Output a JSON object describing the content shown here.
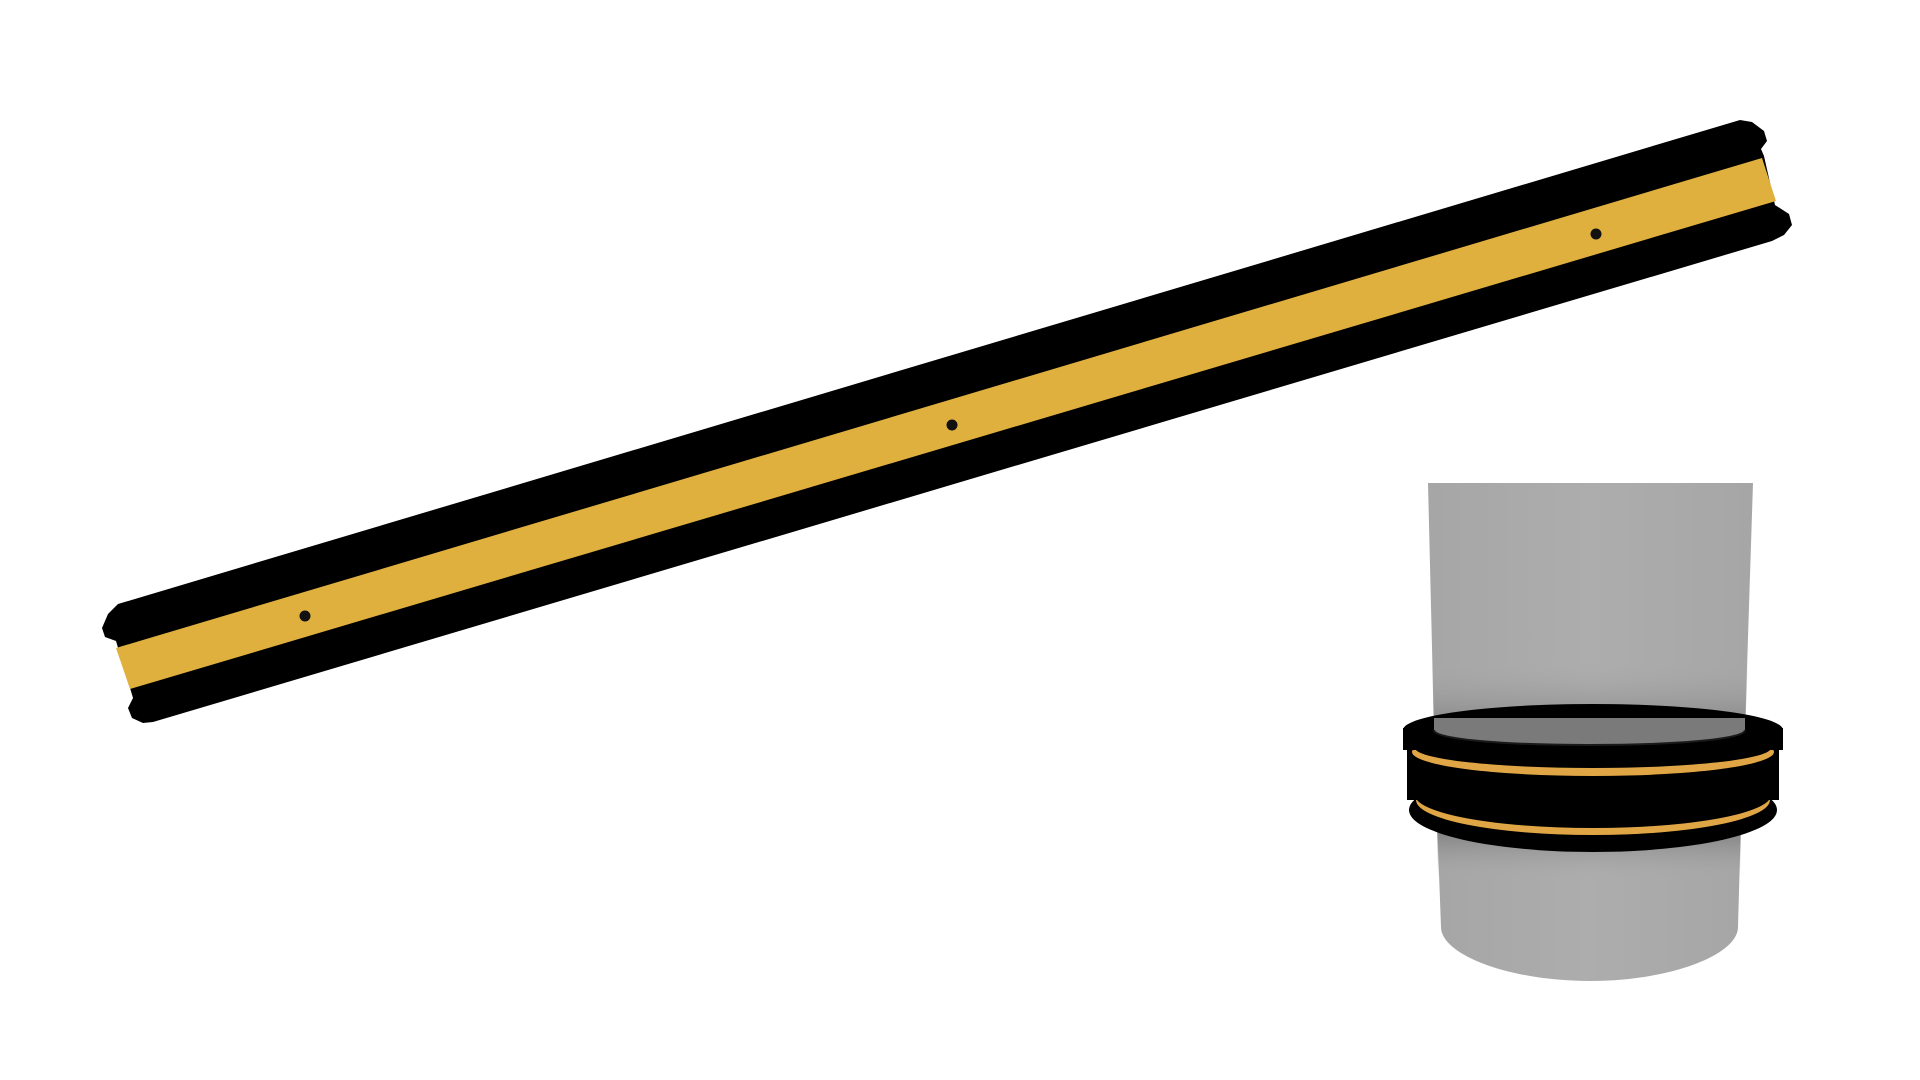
{
  "scene": {
    "background": "#ffffff",
    "colors": {
      "rubber_black": "#000000",
      "stripe_yellow": "#e0b03e",
      "pipe_gray": "#ababab",
      "hole_black": "#111111"
    },
    "objects": [
      {
        "name": "reflective-rubber-strip",
        "holes": 3
      },
      {
        "name": "gray-cylinder-pipe",
        "rings": 2
      }
    ]
  }
}
